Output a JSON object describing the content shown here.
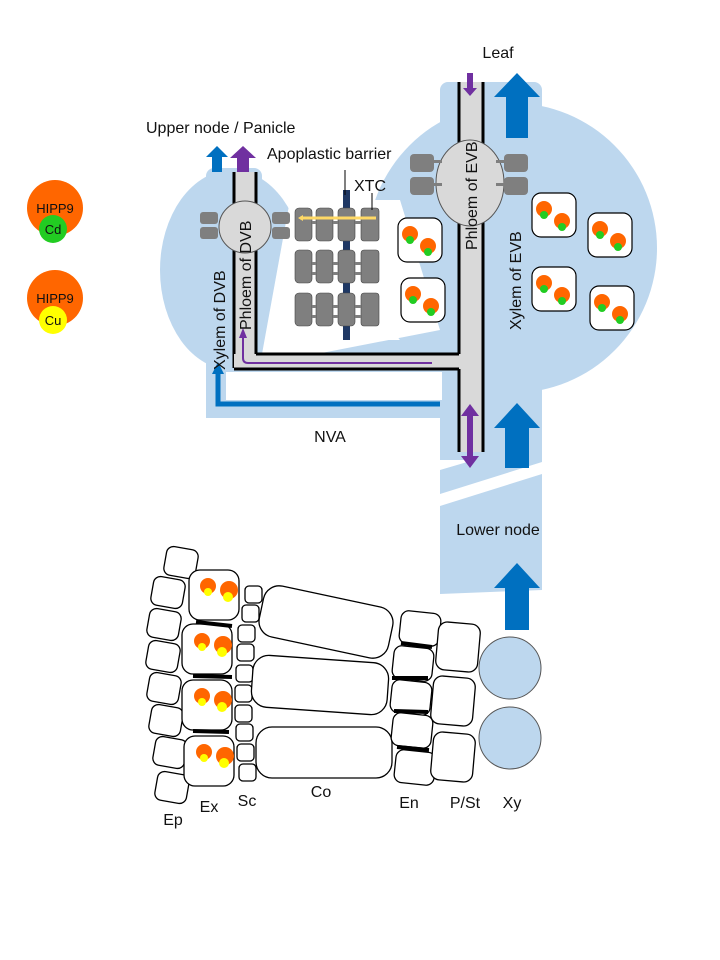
{
  "colors": {
    "tissue": "#bdd7ee",
    "xylem_arrow": "#0070c0",
    "phloem_arrow": "#7030a0",
    "phloem_tube": "#d9d9d9",
    "transfer_cell": "#7f7f7f",
    "barrier": "#1f3864",
    "xtc_arrow": "#ffd966",
    "hipp9": "#ff6600",
    "cd": "#22cc22",
    "cu": "#ffff00"
  },
  "legend": [
    {
      "protein": "HIPP9",
      "metal": "Cd"
    },
    {
      "protein": "HIPP9",
      "metal": "Cu"
    }
  ],
  "labels": {
    "leaf": "Leaf",
    "upper_node": "Upper node / Panicle",
    "apoplastic_barrier": "Apoplastic barrier",
    "xtc": "XTC",
    "phloem_dvb": "Phloem of  DVB",
    "xylem_dvb": "Xylem of  DVB",
    "phloem_evb": "Phloem of  EVB",
    "xylem_evb": "Xylem of  EVB",
    "nva": "NVA",
    "lower_node": "Lower node"
  },
  "root_layers": [
    "Ep",
    "Ex",
    "Sc",
    "Co",
    "En",
    "P/St",
    "Xy"
  ]
}
